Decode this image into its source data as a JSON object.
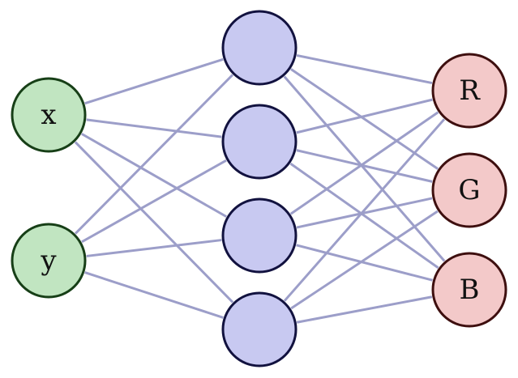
{
  "diagram": {
    "type": "neural-network",
    "colors": {
      "edge": "#9c9ec9",
      "input_fill": "#c1e5c1",
      "input_stroke": "#173f17",
      "hidden_fill": "#c8c9f1",
      "hidden_stroke": "#12123f",
      "output_fill": "#f3c9c9",
      "output_stroke": "#3e0f0f"
    },
    "layers": [
      {
        "id": "input",
        "nodes": [
          "x",
          "y"
        ]
      },
      {
        "id": "hidden",
        "nodes": [
          "",
          "",
          "",
          ""
        ]
      },
      {
        "id": "output",
        "nodes": [
          "R",
          "G",
          "B"
        ]
      }
    ]
  }
}
